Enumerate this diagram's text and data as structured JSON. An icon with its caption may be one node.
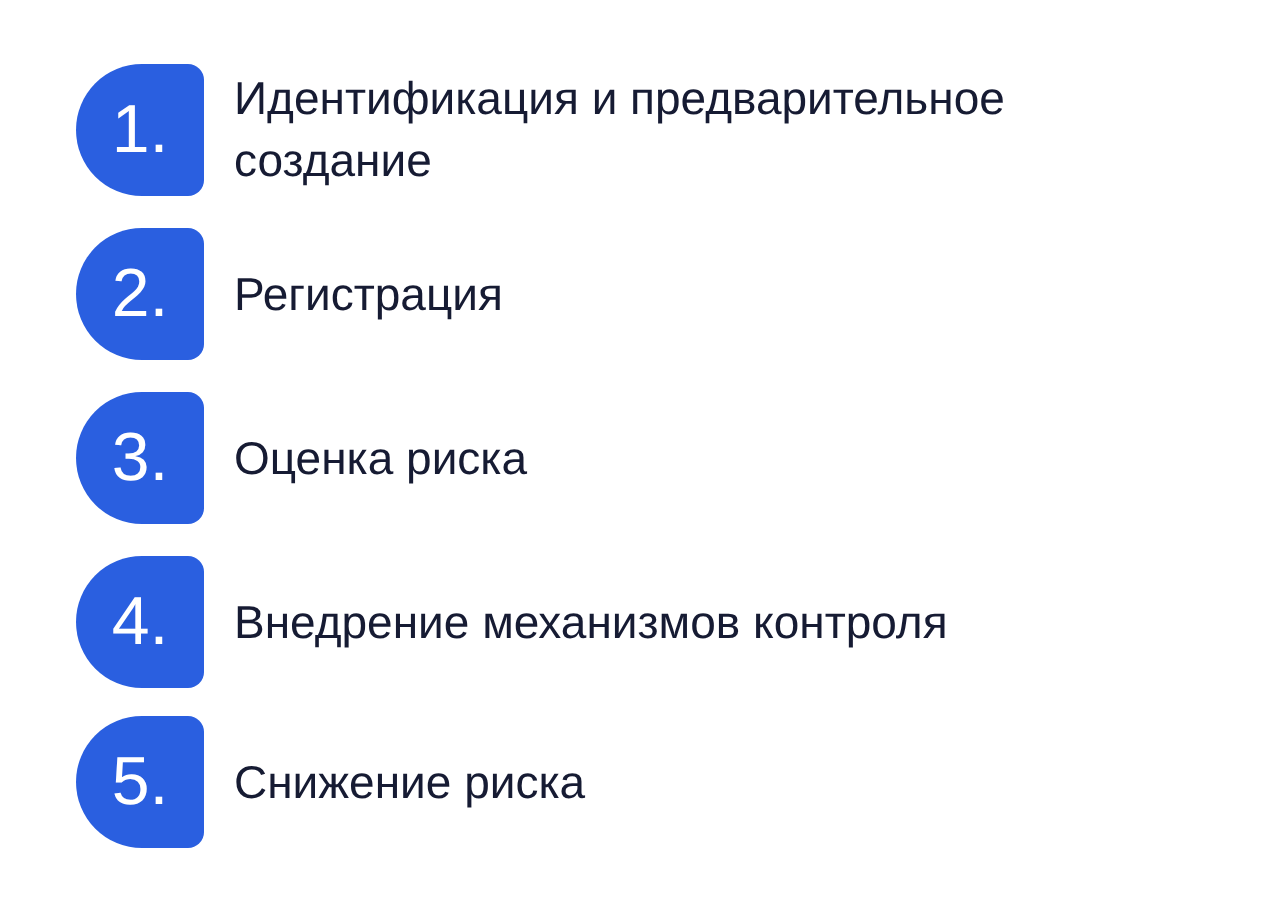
{
  "diagram": {
    "nodes": [
      {
        "text": [
          "1."
        ],
        "beside": [
          "Идентификация и предварительное создание"
        ]
      },
      {
        "text": [
          "2."
        ],
        "beside": [
          "Регистрация"
        ]
      },
      {
        "text": [
          "3."
        ],
        "beside": [
          "Оценка риска"
        ]
      },
      {
        "text": [
          "4."
        ],
        "beside": [
          "Внедрение механизмов контроля"
        ]
      },
      {
        "text": [
          "5."
        ],
        "beside": [
          "Снижение риска"
        ]
      }
    ]
  }
}
